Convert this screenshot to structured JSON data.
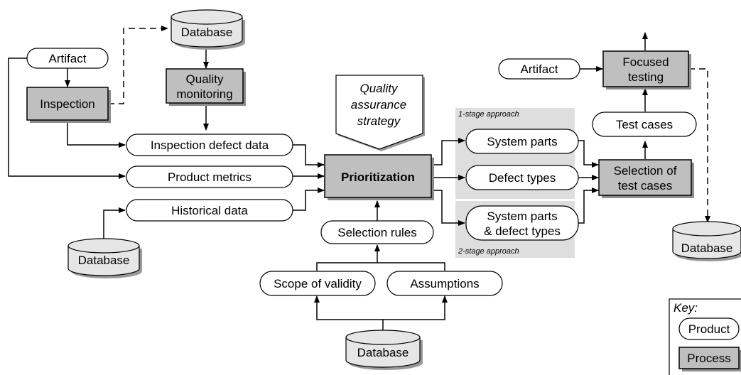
{
  "processes": {
    "inspection": "Inspection",
    "quality_monitoring_1": "Quality",
    "quality_monitoring_2": "monitoring",
    "prioritization": "Prioritization",
    "selection_1": "Selection of",
    "selection_2": "test cases",
    "focused_1": "Focused",
    "focused_2": "testing"
  },
  "products": {
    "artifact_left": "Artifact",
    "inspection_defect_data": "Inspection defect data",
    "product_metrics": "Product metrics",
    "historical_data": "Historical data",
    "selection_rules": "Selection rules",
    "scope_of_validity": "Scope of validity",
    "assumptions": "Assumptions",
    "system_parts": "System parts",
    "defect_types": "Defect types",
    "system_parts_defect_1": "System parts",
    "system_parts_defect_2": "& defect types",
    "test_cases": "Test cases",
    "artifact_right": "Artifact"
  },
  "databases": {
    "top": "Database",
    "left": "Database",
    "bottom": "Database",
    "right": "Database"
  },
  "strategy": {
    "line1": "Quality",
    "line2": "assurance",
    "line3": "strategy"
  },
  "approaches": {
    "one_stage": "1-stage approach",
    "two_stage": "2-stage approach"
  },
  "key": {
    "title": "Key:",
    "product": "Product",
    "process": "Process"
  },
  "colors": {
    "process_fill": "#bfbfbf",
    "database_fill": "#e6e6e6",
    "approach_panel": "#dedede"
  }
}
